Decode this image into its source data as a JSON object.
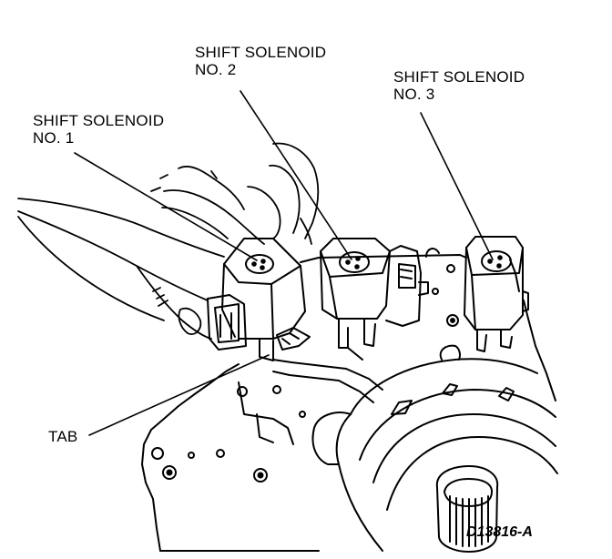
{
  "labels": {
    "solenoid_1": {
      "line1": "SHIFT SOLENOID",
      "line2": "NO. 1"
    },
    "solenoid_2": {
      "line1": "SHIFT SOLENOID",
      "line2": "NO. 2"
    },
    "solenoid_3": {
      "line1": "SHIFT SOLENOID",
      "line2": "NO. 3"
    },
    "tab": "TAB"
  },
  "figure_code": "D13816-A",
  "colors": {
    "ink": "#000000",
    "paper": "#ffffff"
  }
}
